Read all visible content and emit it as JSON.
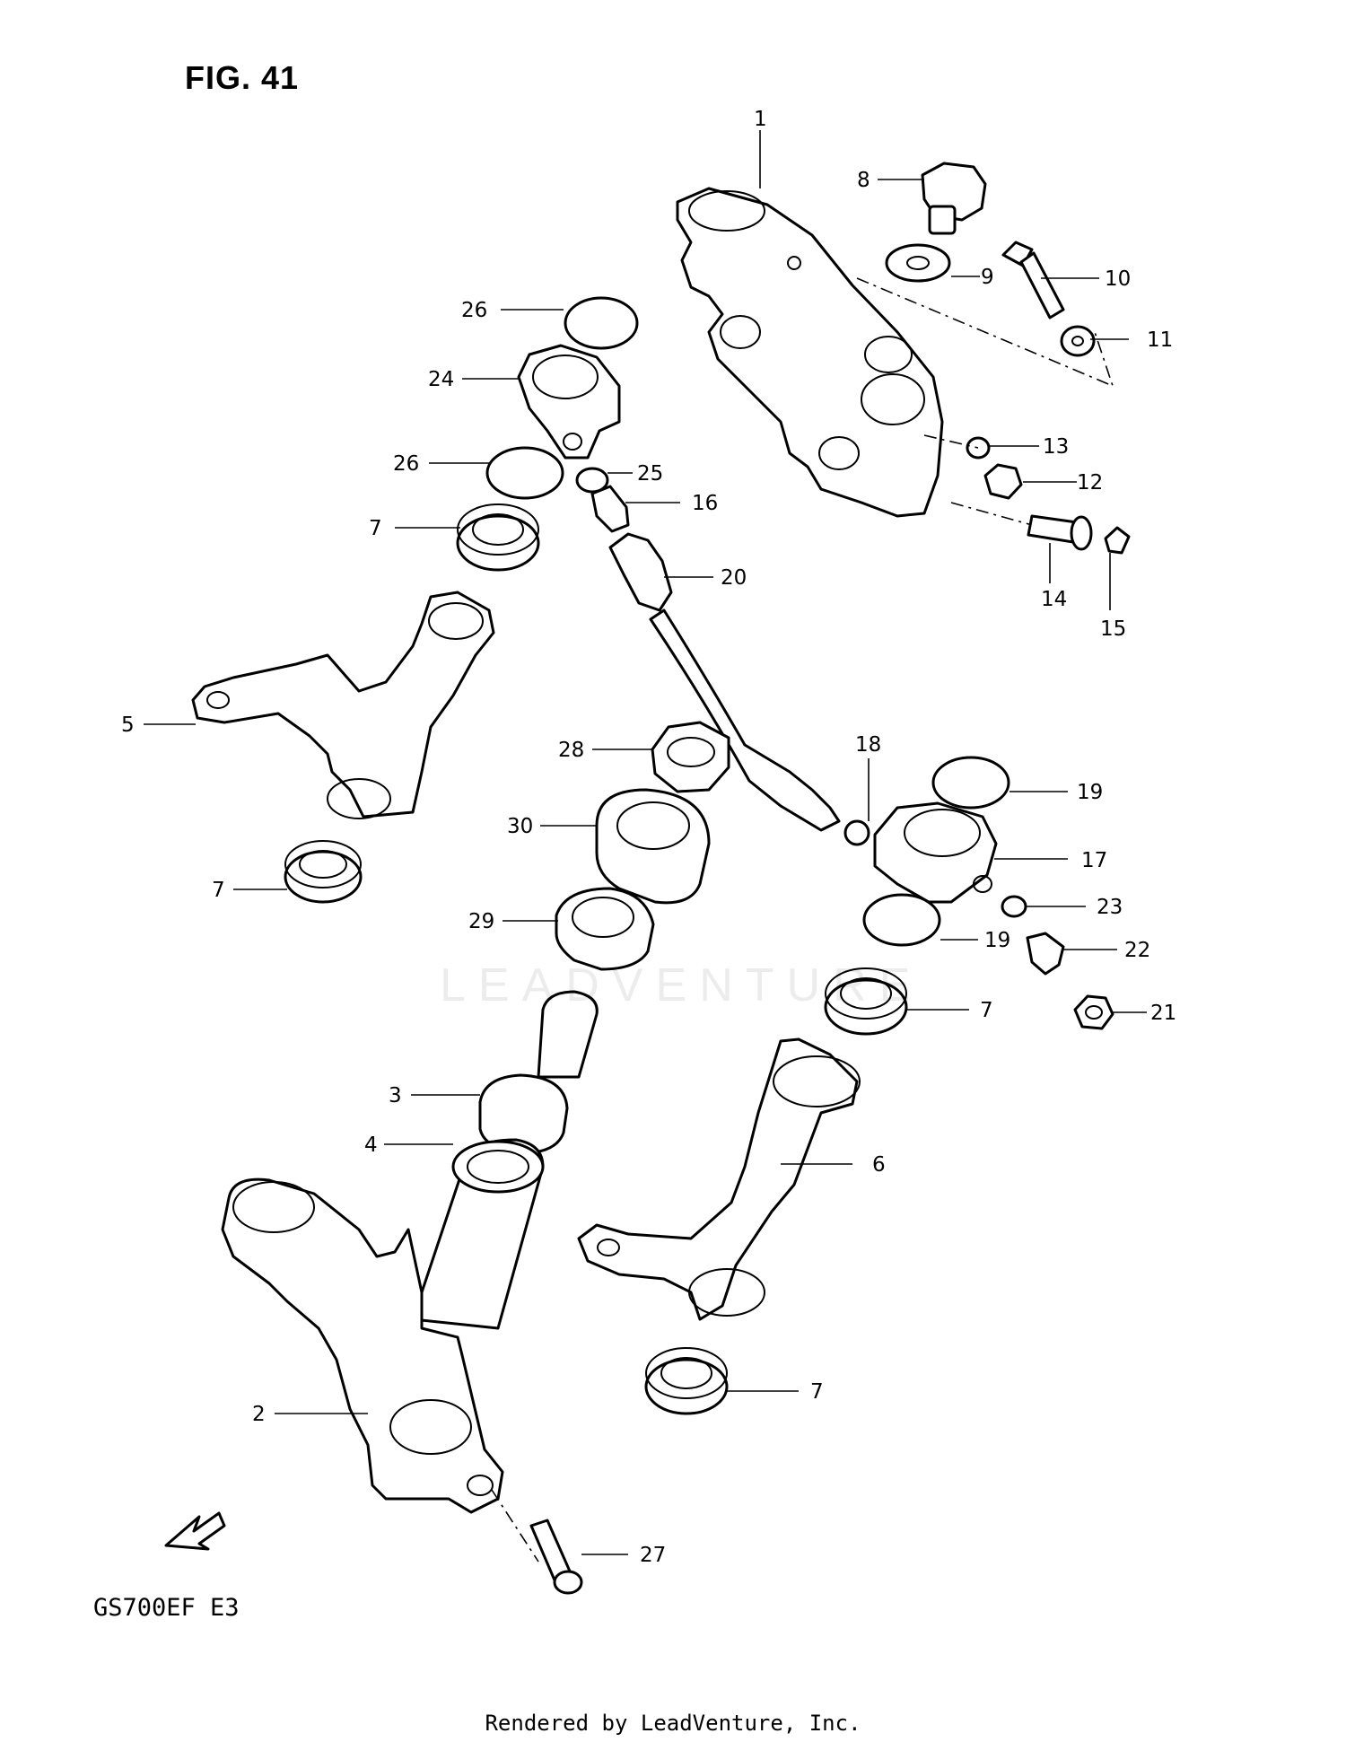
{
  "figure": {
    "title": "FIG. 41",
    "model": "GS700EF  E3"
  },
  "footer": {
    "text": "Rendered by LeadVenture, Inc."
  },
  "watermark": {
    "text": "LEADVENTURE"
  },
  "callouts": [
    {
      "num": "1"
    },
    {
      "num": "2"
    },
    {
      "num": "3"
    },
    {
      "num": "4"
    },
    {
      "num": "5"
    },
    {
      "num": "6"
    },
    {
      "num": "7"
    },
    {
      "num": "8"
    },
    {
      "num": "9"
    },
    {
      "num": "10"
    },
    {
      "num": "11"
    },
    {
      "num": "12"
    },
    {
      "num": "13"
    },
    {
      "num": "14"
    },
    {
      "num": "15"
    },
    {
      "num": "16"
    },
    {
      "num": "17"
    },
    {
      "num": "18"
    },
    {
      "num": "19"
    },
    {
      "num": "20"
    },
    {
      "num": "21"
    },
    {
      "num": "22"
    },
    {
      "num": "23"
    },
    {
      "num": "24"
    },
    {
      "num": "25"
    },
    {
      "num": "26"
    },
    {
      "num": "27"
    },
    {
      "num": "28"
    },
    {
      "num": "29"
    },
    {
      "num": "30"
    }
  ],
  "icons": {
    "fwd": "fwd-arrow-icon"
  }
}
